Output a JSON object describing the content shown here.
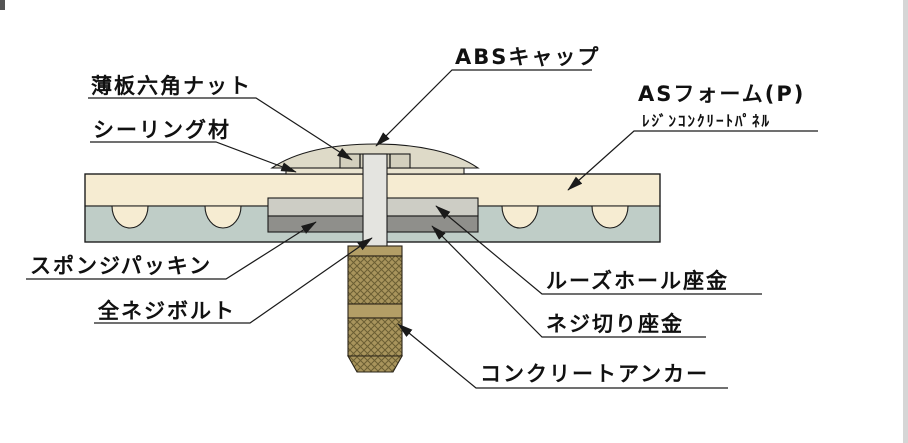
{
  "labels": {
    "abs_cap": "ABSキャップ",
    "thin_hex_nut": "薄板六角ナット",
    "sealing_material": "シーリング材",
    "as_form": "ASフォーム(P)",
    "as_form_sub": "ﾚｼﾞﾝｺﾝｸﾘｰﾄﾊﾟﾈﾙ",
    "sponge_packing": "スポンジパッキン",
    "threaded_bolt": "全ネジボルト",
    "loose_hole_washer": "ルーズホール座金",
    "threaded_washer": "ネジ切り座金",
    "concrete_anchor": "コンクリートアンカー"
  },
  "colors": {
    "panel_top": "#f6ecd2",
    "panel_core": "#bfcdc7",
    "cap": "#dedac8",
    "sealing": "#eae4d0",
    "nut": "#d3cfbd",
    "washer_light": "#cdcdc5",
    "washer_dark": "#8f8f8b",
    "bolt": "#e4e4e0",
    "anchor_base": "#a8945c",
    "anchor_light": "#b39e66",
    "anchor_hatch": "#6b5e33",
    "anchor_outline": "#2a2418",
    "line": "#1a1a1a",
    "edge_strip": "#d6d6d6"
  }
}
